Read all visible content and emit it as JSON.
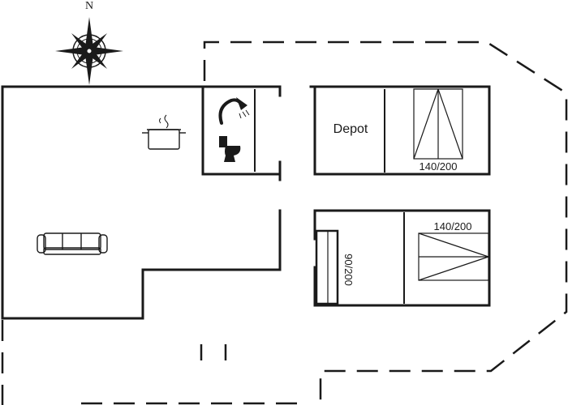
{
  "compass": {
    "north_letter": "N",
    "icon": "compass-rose-icon"
  },
  "rooms": {
    "depot": {
      "label": "Depot"
    },
    "bedroom_top": {
      "bed_label": "140/200"
    },
    "bedroom_bottom": {
      "double_bed_label": "140/200",
      "single_bed_label": "90/200"
    }
  },
  "icons": {
    "kitchen": "cooking-pot-icon",
    "living": "sofa-icon",
    "shower": "shower-icon",
    "toilet": "toilet-icon"
  }
}
